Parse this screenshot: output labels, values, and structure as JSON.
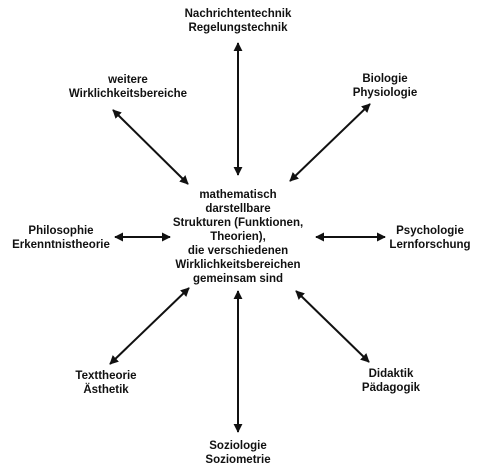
{
  "center": {
    "lines": [
      "mathematisch",
      "darstellbare",
      "Strukturen (Funktionen,",
      "Theorien),",
      "die verschiedenen",
      "Wirklichkeitsbereichen",
      "gemeinsam sind"
    ]
  },
  "nodes": [
    {
      "id": "top",
      "lines": [
        "Nachrichtentechnik",
        "Regelungstechnik"
      ]
    },
    {
      "id": "upper-right",
      "lines": [
        "Biologie",
        "Physiologie"
      ]
    },
    {
      "id": "right",
      "lines": [
        "Psychologie",
        "Lernforschung"
      ]
    },
    {
      "id": "lower-right",
      "lines": [
        "Didaktik",
        "Pädagogik"
      ]
    },
    {
      "id": "bottom",
      "lines": [
        "Soziologie",
        "Soziometrie"
      ]
    },
    {
      "id": "lower-left",
      "lines": [
        "Texttheorie",
        "Ästhetik"
      ]
    },
    {
      "id": "left",
      "lines": [
        "Philosophie",
        "Erkenntnistheorie"
      ]
    },
    {
      "id": "upper-left",
      "lines": [
        "weitere",
        "Wirklichkeitsbereiche"
      ]
    }
  ],
  "colors": {
    "ink": "#111111",
    "background": "#ffffff"
  }
}
